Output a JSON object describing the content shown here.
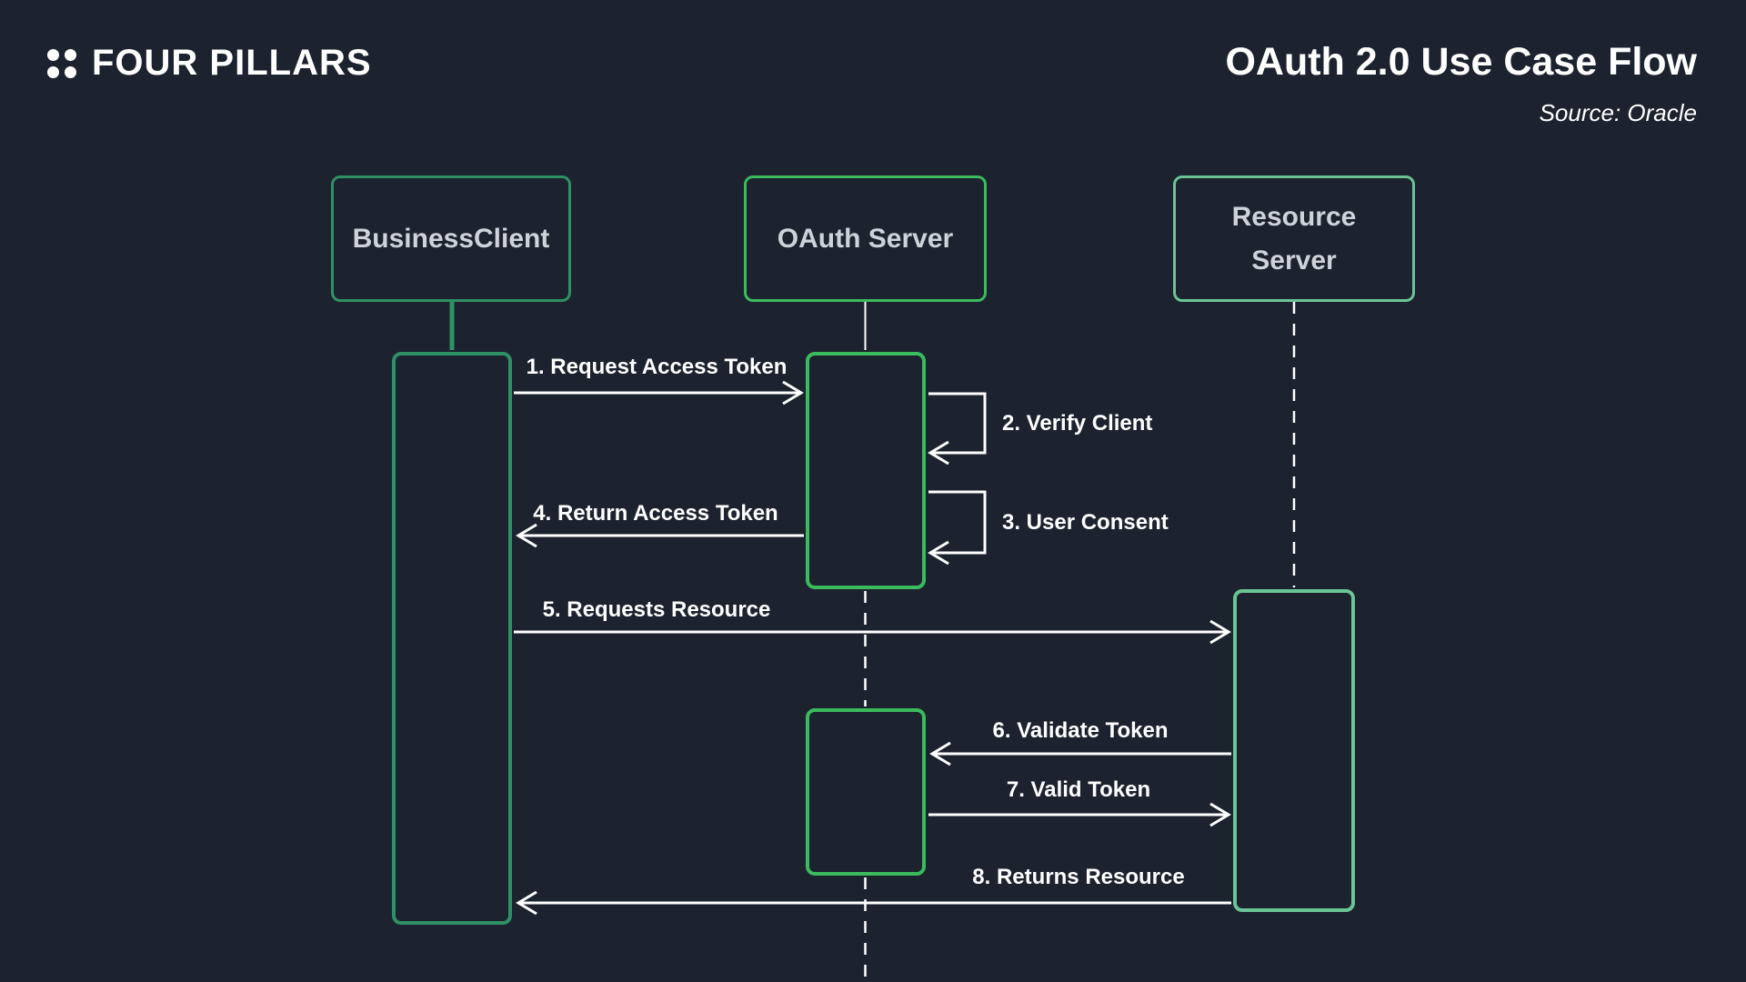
{
  "colors": {
    "background": "#1c222e",
    "green_dark": "#2e9065",
    "green_bright": "#3bba5e",
    "green_light": "#6ac495",
    "line_white": "#ffffff",
    "actor_text": "#ced3da",
    "title_text": "#ffffff"
  },
  "header": {
    "brand": "FOUR PILLARS",
    "title": "OAuth 2.0 Use Case Flow",
    "source": "Source: Oracle"
  },
  "actors": [
    {
      "id": "business-client",
      "label": "BusinessClient"
    },
    {
      "id": "oauth-server",
      "label": "OAuth Server"
    },
    {
      "id": "resource-server",
      "label": "Resource Server",
      "line1": "Resource",
      "line2": "Server"
    }
  ],
  "messages": [
    {
      "num": 1,
      "label": "1. Request Access Token",
      "from": "BusinessClient",
      "to": "OAuth Server",
      "type": "arrow-right"
    },
    {
      "num": 2,
      "label": "2. Verify Client",
      "from": "OAuth Server",
      "to": "OAuth Server",
      "type": "self-message"
    },
    {
      "num": 3,
      "label": "3. User Consent",
      "from": "OAuth Server",
      "to": "OAuth Server",
      "type": "self-message"
    },
    {
      "num": 4,
      "label": "4. Return Access Token",
      "from": "OAuth Server",
      "to": "BusinessClient",
      "type": "arrow-left"
    },
    {
      "num": 5,
      "label": "5. Requests Resource",
      "from": "BusinessClient",
      "to": "Resource Server",
      "type": "arrow-right"
    },
    {
      "num": 6,
      "label": "6. Validate Token",
      "from": "Resource Server",
      "to": "OAuth Server",
      "type": "arrow-left"
    },
    {
      "num": 7,
      "label": "7. Valid Token",
      "from": "OAuth Server",
      "to": "Resource Server",
      "type": "arrow-right"
    },
    {
      "num": 8,
      "label": "8. Returns Resource",
      "from": "Resource Server",
      "to": "BusinessClient",
      "type": "arrow-left"
    }
  ]
}
